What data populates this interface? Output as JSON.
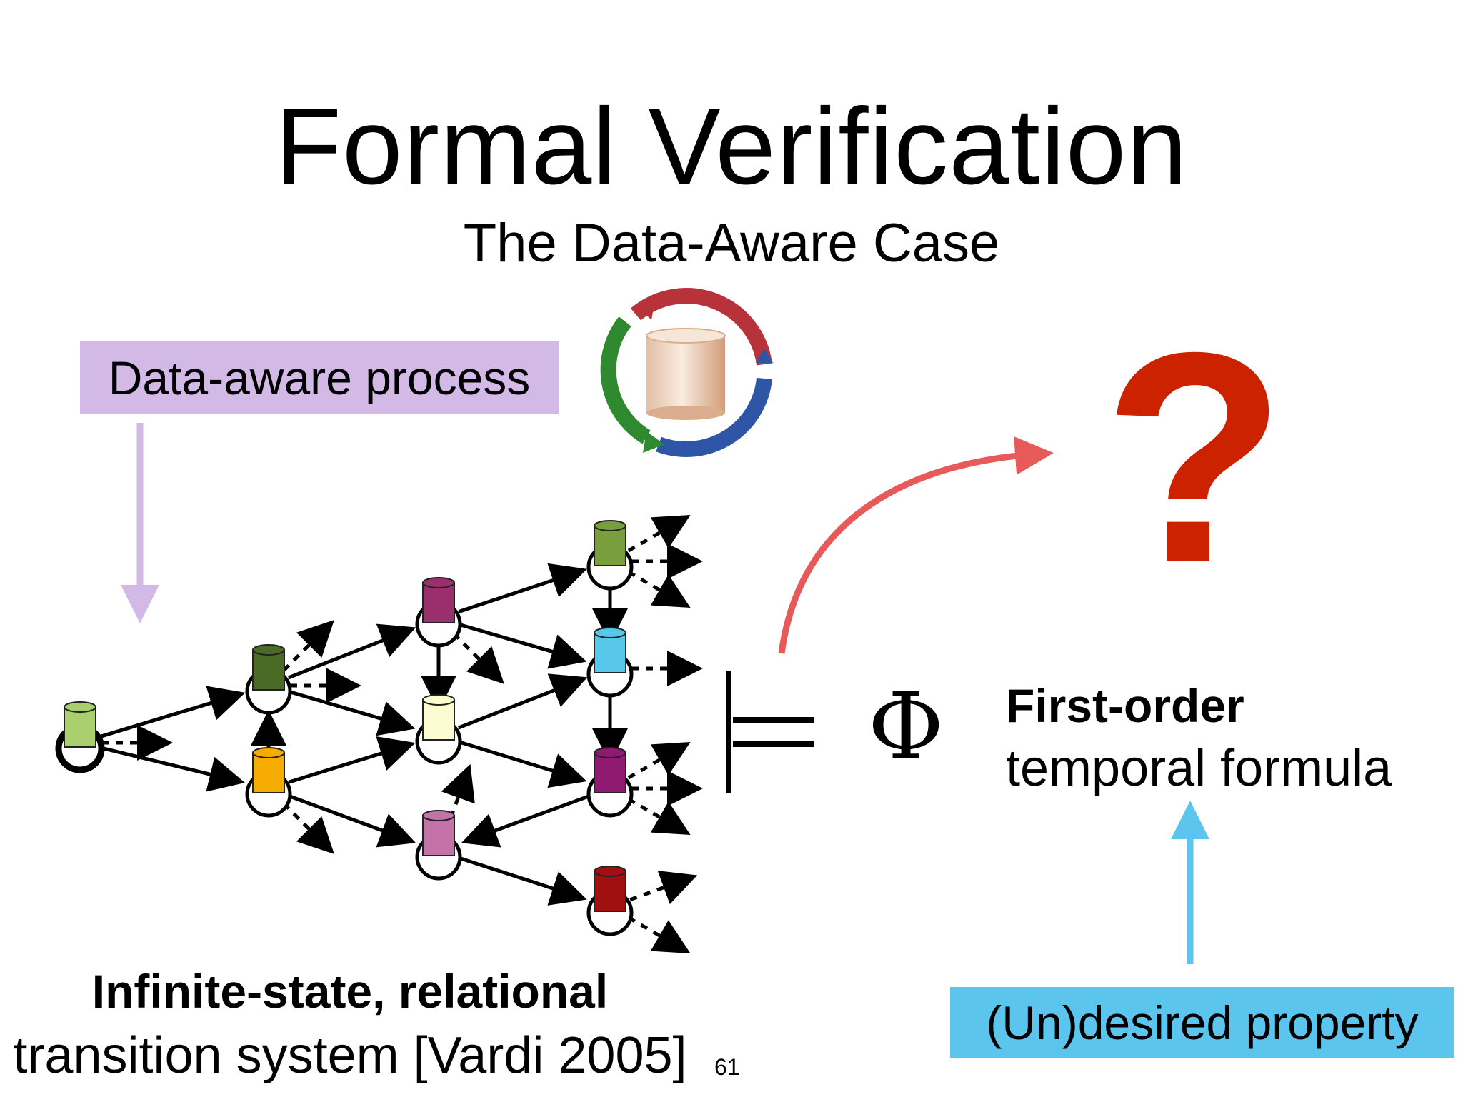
{
  "slide": {
    "title": "Formal Verification",
    "subtitle": "The Data-Aware Case",
    "process_label": "Data-aware process",
    "property_label": "(Un)desired property",
    "formula_bold": "First-order",
    "formula_rest": "temporal formula",
    "system_bold": "Infinite-state, relational",
    "system_rest": "transition system [Vardi 2005]",
    "page_number": "61",
    "models_symbol": "⊨",
    "phi_symbol": "Φ",
    "question_mark": "?"
  },
  "colors": {
    "question": "#cc2200",
    "red_arrow": "#e85a5a",
    "purple_arrow": "#d3b9e6",
    "blue_arrow": "#5cc5ee",
    "cycle_red": "#b8323a",
    "cycle_blue": "#2f56a6",
    "cycle_green": "#2f8a2f",
    "database": "#e9cdb5"
  },
  "icons": [
    "process-cycle-icon",
    "database-icon"
  ],
  "states": [
    {
      "id": "s0",
      "color": "#a9cf6e"
    },
    {
      "id": "s1",
      "color": "#4a6b26"
    },
    {
      "id": "s2",
      "color": "#f6ab00"
    },
    {
      "id": "s3",
      "color": "#9b2f6e"
    },
    {
      "id": "s4",
      "color": "#fdfbd0"
    },
    {
      "id": "s5",
      "color": "#c572a8"
    },
    {
      "id": "s6",
      "color": "#789e3e"
    },
    {
      "id": "s7",
      "color": "#58c8ea"
    },
    {
      "id": "s8",
      "color": "#8f1a70"
    },
    {
      "id": "s9",
      "color": "#a11010"
    }
  ],
  "transitions": [
    [
      "s0",
      "s1"
    ],
    [
      "s0",
      "s2"
    ],
    [
      "s1",
      "s3"
    ],
    [
      "s1",
      "s4"
    ],
    [
      "s2",
      "s1"
    ],
    [
      "s2",
      "s4"
    ],
    [
      "s2",
      "s5"
    ],
    [
      "s3",
      "s6"
    ],
    [
      "s3",
      "s7"
    ],
    [
      "s3",
      "s4"
    ],
    [
      "s4",
      "s7"
    ],
    [
      "s4",
      "s8"
    ],
    [
      "s6",
      "s7"
    ],
    [
      "s7",
      "s8"
    ],
    [
      "s8",
      "s5"
    ],
    [
      "s5",
      "s9"
    ]
  ]
}
